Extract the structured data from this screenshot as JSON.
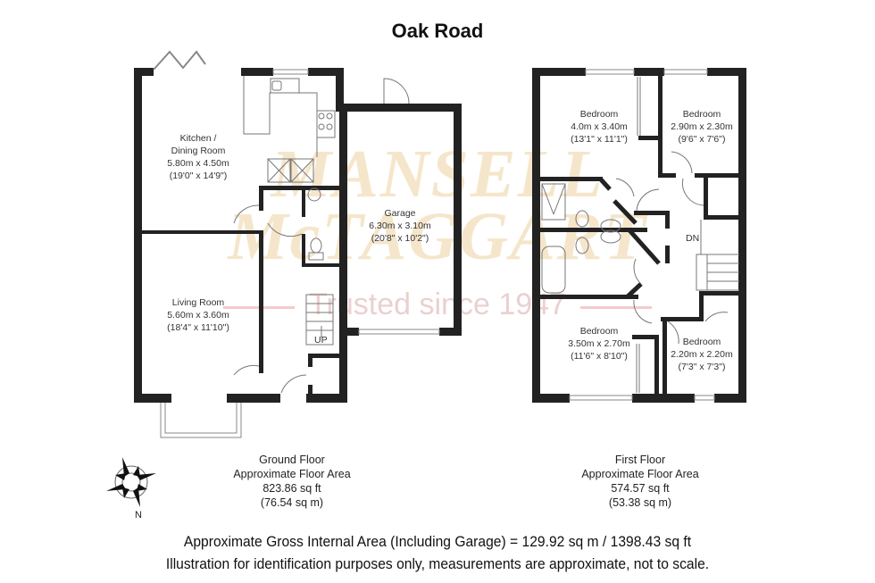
{
  "title": "Oak Road",
  "watermark": {
    "line1": "MANSELL",
    "line2": "McTAGGART",
    "tagline": "Trusted since 1947",
    "color_gold": "#e8c88c",
    "color_red": "#e68c8c"
  },
  "ground_floor": {
    "rooms": [
      {
        "name": "Kitchen /",
        "name2": "Dining Room",
        "metric": "5.80m x 4.50m",
        "imperial": "(19'0\" x 14'9\")"
      },
      {
        "name": "Living Room",
        "metric": "5.60m x 3.60m",
        "imperial": "(18'4\" x 11'10\")"
      },
      {
        "name": "Garage",
        "metric": "6.30m x 3.10m",
        "imperial": "(20'8\" x 10'2\")"
      }
    ],
    "stair_label": "UP",
    "caption": {
      "floor": "Ground Floor",
      "label": "Approximate Floor Area",
      "sqft": "823.86 sq ft",
      "sqm": "(76.54 sq m)"
    }
  },
  "first_floor": {
    "rooms": [
      {
        "name": "Bedroom",
        "metric": "4.0m x 3.40m",
        "imperial": "(13'1\" x 11'1\")"
      },
      {
        "name": "Bedroom",
        "metric": "2.90m x 2.30m",
        "imperial": "(9'6\" x 7'6\")"
      },
      {
        "name": "Bedroom",
        "metric": "3.50m x 2.70m",
        "imperial": "(11'6\" x 8'10\")"
      },
      {
        "name": "Bedroom",
        "metric": "2.20m x 2.20m",
        "imperial": "(7'3\" x 7'3\")"
      }
    ],
    "stair_label": "DN",
    "caption": {
      "floor": "First Floor",
      "label": "Approximate Floor Area",
      "sqft": "574.57 sq ft",
      "sqm": "(53.38 sq m)"
    }
  },
  "compass": {
    "label": "N",
    "icon": "compass-rose-icon"
  },
  "footer": {
    "line1": "Approximate Gross Internal Area (Including Garage) = 129.92 sq m / 1398.43 sq ft",
    "line2": "Illustration for identification purposes only, measurements are approximate, not to scale."
  },
  "colors": {
    "wall": "#222222",
    "window": "#ffffff",
    "line": "#555555"
  }
}
